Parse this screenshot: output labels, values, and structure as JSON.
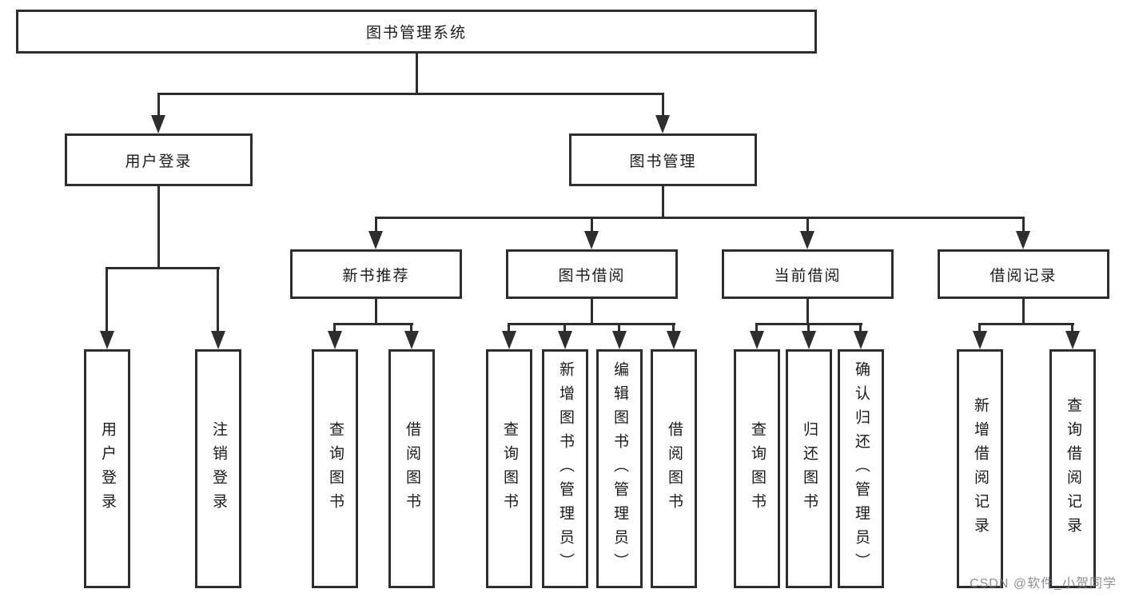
{
  "tree": {
    "label": "图书管理系统",
    "children": [
      {
        "label": "用户登录",
        "children": [
          {
            "label": "用户登录"
          },
          {
            "label": "注销登录"
          }
        ]
      },
      {
        "label": "图书管理",
        "children": [
          {
            "label": "新书推荐",
            "children": [
              {
                "label": "查询图书"
              },
              {
                "label": "借阅图书"
              }
            ]
          },
          {
            "label": "图书借阅",
            "children": [
              {
                "label": "查询图书"
              },
              {
                "label": "新增图书（管理员）"
              },
              {
                "label": "编辑图书（管理员）"
              },
              {
                "label": "借阅图书"
              }
            ]
          },
          {
            "label": "当前借阅",
            "children": [
              {
                "label": "查询图书"
              },
              {
                "label": "归还图书"
              },
              {
                "label": "确认归还（管理员）"
              }
            ]
          },
          {
            "label": "借阅记录",
            "children": [
              {
                "label": "新增借阅记录"
              },
              {
                "label": "查询借阅记录"
              }
            ]
          }
        ]
      }
    ]
  },
  "watermark": "CSDN @软件_小贺同学",
  "colors": {
    "line": "#2e2e2e",
    "text": "#1a1a1a",
    "background": "#ffffff",
    "watermark": "#7a7a84"
  }
}
